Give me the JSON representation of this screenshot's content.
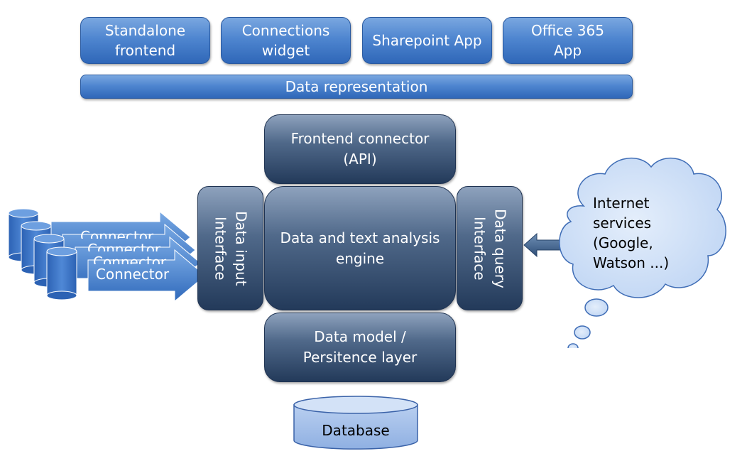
{
  "apps": [
    {
      "line1": "Standalone",
      "line2": "frontend"
    },
    {
      "line1": "Connections",
      "line2": "widget"
    },
    {
      "line1": "Sharepoint App",
      "line2": ""
    },
    {
      "line1": "Office 365",
      "line2": "App"
    }
  ],
  "data_representation": "Data representation",
  "frontend_connector": {
    "line1": "Frontend connector",
    "line2": "(API)"
  },
  "engine": {
    "line1": "Data and text analysis",
    "line2": "engine"
  },
  "data_input": {
    "line1": "Data input",
    "line2": "Interface"
  },
  "data_query": {
    "line1": "Data query",
    "line2": "Interface"
  },
  "data_model": {
    "line1": "Data model /",
    "line2": "Persitence layer"
  },
  "database": "Database",
  "connectors": [
    "Connector",
    "Connector",
    "Connector",
    "Connector"
  ],
  "cloud": {
    "lines": [
      "Internet",
      "services",
      "(Google,",
      "Watson ...)"
    ],
    "color": "#cfe0f8"
  },
  "colors": {
    "blue": "#4f86d0",
    "navy": "#2c4466",
    "cylinder": "#3d78cc"
  }
}
